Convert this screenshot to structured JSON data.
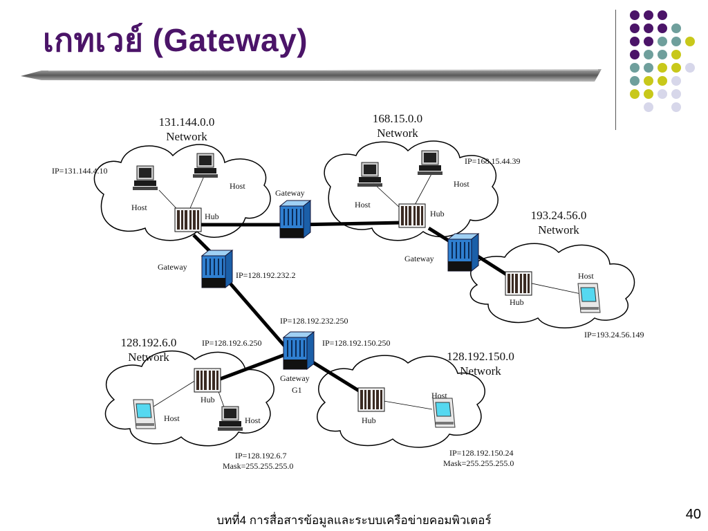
{
  "slide": {
    "title": "เกทเวย์ (Gateway)",
    "footer": "บทที่4 การสื่อสารข้อมูลและระบบเครือข่ายคอมพิวเตอร์",
    "page_number": "40"
  },
  "colors": {
    "title": "#4b1468",
    "dot_purple": "#4b1468",
    "dot_teal": "#6f9f9c",
    "dot_yellow": "#c8c81a",
    "dot_lavender": "#d7d7ea",
    "gateway_blue": "#2f7fd0",
    "monitor_screen": "#55d8f0"
  },
  "diagram": {
    "labels": {
      "net1": "131.144.0.0",
      "net1b": "Network",
      "net2": "168.15.0.0",
      "net2b": "Network",
      "net3": "193.24.56.0",
      "net3b": "Network",
      "net4": "128.192.6.0",
      "net4b": "Network",
      "net5": "128.192.150.0",
      "net5b": "Network",
      "ip1": "IP=131.144.4.10",
      "ip2": "IP=168.15.44.39",
      "host1a": "Host",
      "host1b": "Host",
      "host2a": "Host",
      "host2b": "Host",
      "host3": "Host",
      "host4a": "Host",
      "host4b": "Host",
      "host5": "Host",
      "hub1": "Hub",
      "hub2": "Hub",
      "hub3": "Hub",
      "hub4": "Hub",
      "hub5": "Hub",
      "gw_top": "Gateway",
      "gw_left": "Gateway",
      "gw_right": "Gateway",
      "gw_g1a": "Gateway",
      "gw_g1b": "G1",
      "ip_gw_left": "IP=128.192.232.2",
      "ip_g1_top": "IP=128.192.232.250",
      "ip_g1_left": "IP=128.192.6.250",
      "ip_g1_right": "IP=128.192.150.250",
      "ip3": "IP=193.24.56.149",
      "ip4": "IP=128.192.6.7",
      "mask4": "Mask=255.255.255.0",
      "ip5": "IP=128.192.150.24",
      "mask5": "Mask=255.255.255.0"
    }
  }
}
